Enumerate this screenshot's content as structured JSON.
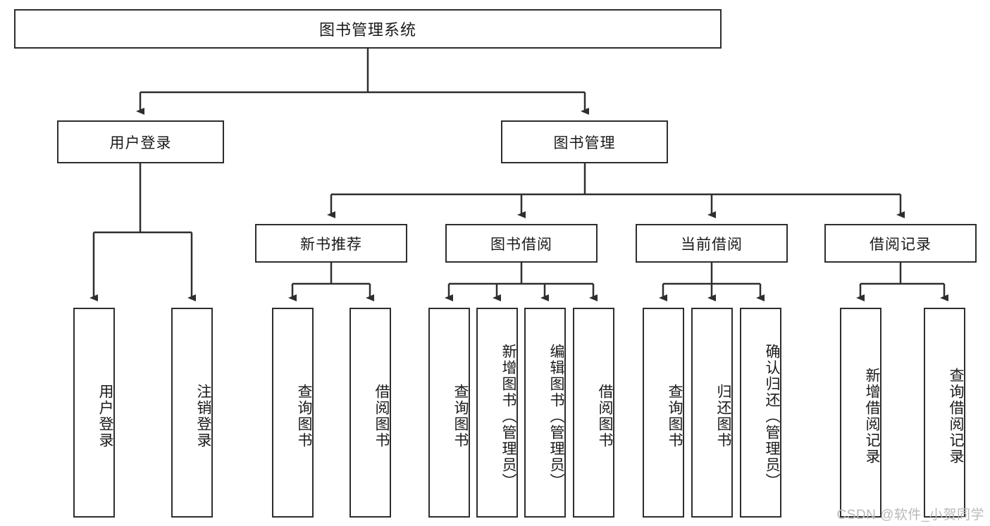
{
  "diagram": {
    "title": "图书管理系统",
    "type": "tree-hierarchy",
    "root": {
      "label": "图书管理系统"
    },
    "level2": [
      {
        "label": "用户登录"
      },
      {
        "label": "图书管理"
      }
    ],
    "level3": [
      {
        "label": "新书推荐"
      },
      {
        "label": "图书借阅"
      },
      {
        "label": "当前借阅"
      },
      {
        "label": "借阅记录"
      }
    ],
    "leaves": {
      "user_login": [
        {
          "label": "用户登录"
        },
        {
          "label": "注销登录"
        }
      ],
      "new_book_recommend": [
        {
          "label": "查询图书"
        },
        {
          "label": "借阅图书"
        }
      ],
      "book_borrow": [
        {
          "label": "查询图书"
        },
        {
          "label": "新增图书（管理员）"
        },
        {
          "label": "编辑图书（管理员）"
        },
        {
          "label": "借阅图书"
        }
      ],
      "current_borrow": [
        {
          "label": "查询图书"
        },
        {
          "label": "归还图书"
        },
        {
          "label": "确认归还（管理员）"
        }
      ],
      "borrow_record": [
        {
          "label": "新增借阅记录"
        },
        {
          "label": "查询借阅记录"
        }
      ]
    }
  },
  "watermark": {
    "text": "CSDN @软件_小贺同学"
  },
  "colors": {
    "stroke": "#2e2e2e",
    "background": "#ffffff",
    "text": "#1a1a1a",
    "watermark": "#b9b9b9"
  }
}
